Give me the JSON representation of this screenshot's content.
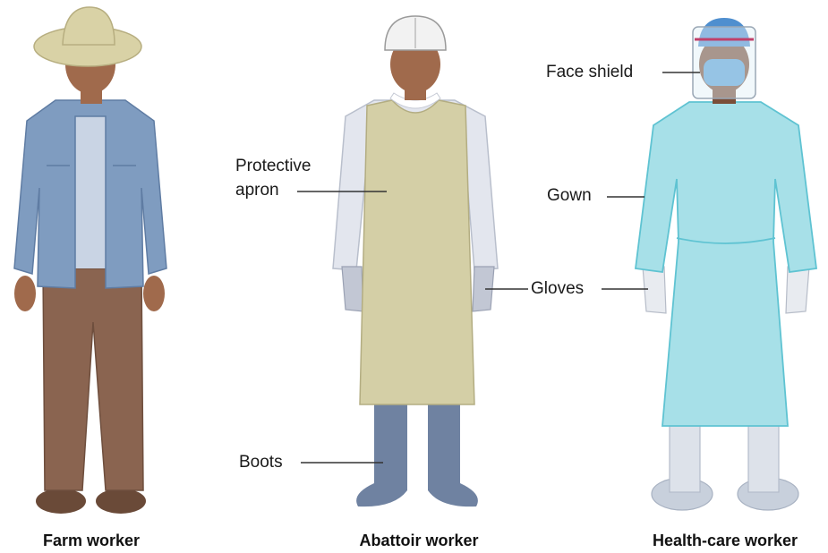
{
  "figure": {
    "workers": [
      {
        "caption": "Farm worker"
      },
      {
        "caption": "Abattoir worker"
      },
      {
        "caption": "Health-care worker"
      }
    ],
    "callouts": {
      "protective_apron_line1": "Protective",
      "protective_apron_line2": "apron",
      "boots": "Boots",
      "gloves": "Gloves",
      "face_shield": "Face shield",
      "gown": "Gown"
    },
    "colors": {
      "skin": "#a06a4c",
      "hair": "#3a2a22",
      "farm_hat": "#d9d2a6",
      "farm_jacket": "#7f9cc0",
      "farm_shirt": "#c9d4e4",
      "farm_trousers": "#8a6450",
      "farm_shoes": "#6a4a38",
      "hard_hat": "#f2f2f2",
      "apron": "#d4cfa6",
      "abattoir_shirt": "#e3e6ee",
      "abattoir_gloves": "#c2c7d4",
      "boots": "#6f82a1",
      "gown": "#a7e0e8",
      "gown_outline": "#5fc3d2",
      "mask": "#5aa0d8",
      "hc_gloves": "#e8ebf0",
      "overshoes": "#dde2ea"
    }
  }
}
